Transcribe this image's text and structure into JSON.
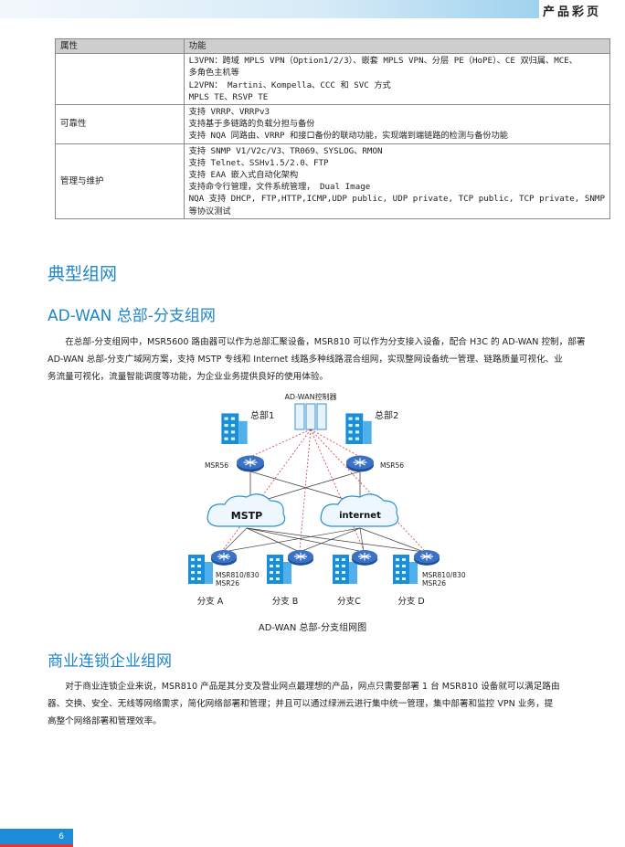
{
  "header": {
    "title": "产品彩页"
  },
  "table": {
    "head": [
      "属性",
      "功能"
    ],
    "rows": [
      {
        "attr": "",
        "lines": [
          "L3VPN：跨域 MPLS VPN（Option1/2/3）、嵌套 MPLS VPN、分层 PE（HoPE）、CE 双归属、MCE、",
          "多角色主机等",
          "L2VPN： Martini、Kompella、CCC 和 SVC 方式",
          "MPLS TE、RSVP TE"
        ]
      },
      {
        "attr": "可靠性",
        "lines": [
          "支持 VRRP、VRRPv3",
          "支持基于多链路的负载分担与备份",
          "支持 NQA 同路由、VRRP 和接口备份的联动功能，实现端到端链路的检测与备份功能"
        ]
      },
      {
        "attr": "管理与维护",
        "lines": [
          "支持 SNMP V1/V2c/V3、TR069、SYSLOG、RMON",
          "支持 Telnet、SSHv1.5/2.0、FTP",
          "支持 EAA 嵌入式自动化架构",
          "支持命令行管理，文件系统管理， Dual Image",
          "NQA 支持 DHCP, FTP,HTTP,ICMP,UDP public, UDP private, TCP public, TCP private, SNMP",
          "等协议测试"
        ]
      }
    ]
  },
  "section1": {
    "title": "典型组网"
  },
  "section2": {
    "title": "AD-WAN 总部-分支组网",
    "lines": [
      "在总部-分支组网中，MSR5600 路由器可以作为总部汇聚设备，MSR810 可以作为分支接入设备，配合 H3C 的 AD-WAN 控制，部署",
      "AD-WAN 总部-分支广域网方案，支持 MSTP 专线和 Internet 线路多种线路混合组网，实现整网设备统一管理、链路质量可视化、业",
      "务流量可视化，流量智能调度等功能，为企业业务提供良好的使用体验。"
    ]
  },
  "diagram": {
    "controller": "AD-WAN控制器",
    "hq1": "总部1",
    "hq2": "总部2",
    "router_left": "MSR56",
    "router_right": "MSR56",
    "cloud_left": "MSTP",
    "cloud_right": "internet",
    "branch_model_left": "MSR810/830",
    "branch_model_left2": "MSR26",
    "branch_model_right": "MSR810/830",
    "branch_model_right2": "MSR26",
    "branches": [
      "分支 A",
      "分支 B",
      "分支C",
      "分支 D"
    ],
    "caption": "AD-WAN 总部-分支组网图",
    "colors": {
      "building": "#1a8fd8",
      "router": "#2a5aa8",
      "dashed": "#d0384a"
    }
  },
  "section3": {
    "title": "商业连锁企业组网",
    "lines": [
      "对于商业连锁企业来说，MSR810 产品是其分支及营业网点最理想的产品，网点只需要部署 1 台 MSR810 设备就可以满足路由",
      "器、交换、安全、无线等网络需求，简化网络部署和管理；并且可以通过绿洲云进行集中统一管理，集中部署和监控 VPN 业务，提",
      "高整个网络部署和管理效率。"
    ]
  },
  "footer": {
    "page": "6"
  }
}
